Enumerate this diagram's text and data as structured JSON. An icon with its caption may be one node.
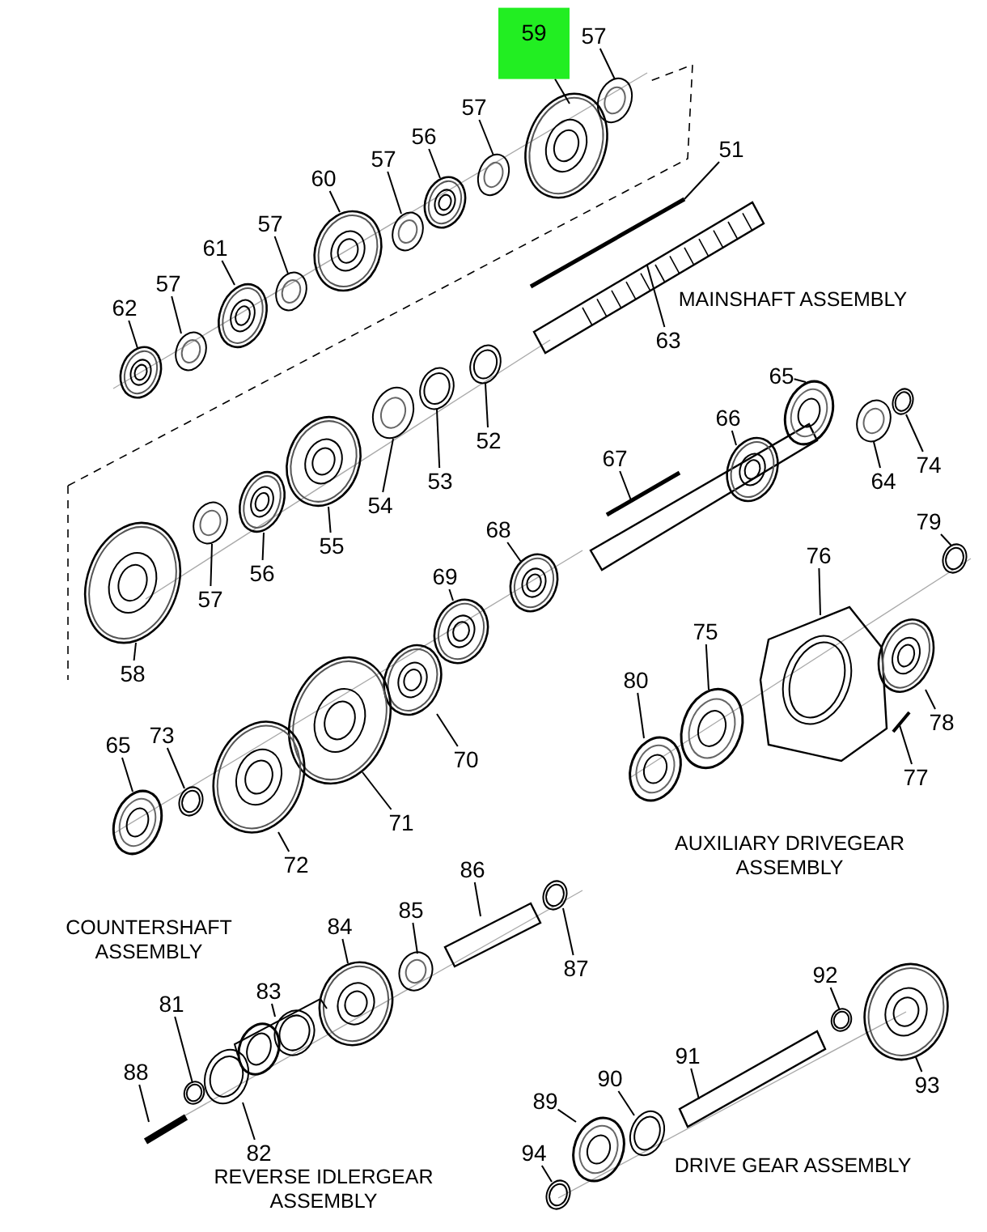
{
  "diagram": {
    "nodes": [
      {
        "text": [
          "59"
        ]
      },
      {
        "text": [
          "57"
        ]
      },
      {
        "text": [
          "57"
        ]
      },
      {
        "text": [
          "56"
        ]
      },
      {
        "text": [
          "57"
        ]
      },
      {
        "text": [
          "60"
        ]
      },
      {
        "text": [
          "57"
        ]
      },
      {
        "text": [
          "61"
        ]
      },
      {
        "text": [
          "57"
        ]
      },
      {
        "text": [
          "62"
        ]
      },
      {
        "text": [
          "51"
        ]
      },
      {
        "text": [
          "63"
        ]
      },
      {
        "text": [
          "65"
        ]
      },
      {
        "text": [
          "66"
        ]
      },
      {
        "text": [
          "52"
        ]
      },
      {
        "text": [
          "53"
        ]
      },
      {
        "text": [
          "74"
        ]
      },
      {
        "text": [
          "64"
        ]
      },
      {
        "text": [
          "54"
        ]
      },
      {
        "text": [
          "67"
        ]
      },
      {
        "text": [
          "55"
        ]
      },
      {
        "text": [
          "79"
        ]
      },
      {
        "text": [
          "68"
        ]
      },
      {
        "text": [
          "76"
        ]
      },
      {
        "text": [
          "56"
        ]
      },
      {
        "text": [
          "69"
        ]
      },
      {
        "text": [
          "57"
        ]
      },
      {
        "text": [
          "75"
        ]
      },
      {
        "text": [
          "58"
        ]
      },
      {
        "text": [
          "80"
        ]
      },
      {
        "text": [
          "78"
        ]
      },
      {
        "text": [
          "73"
        ]
      },
      {
        "text": [
          "65"
        ]
      },
      {
        "text": [
          "70"
        ]
      },
      {
        "text": [
          "77"
        ]
      },
      {
        "text": [
          "71"
        ]
      },
      {
        "text": [
          "72"
        ]
      },
      {
        "text": [
          "86"
        ]
      },
      {
        "text": [
          "85"
        ]
      },
      {
        "text": [
          "84"
        ]
      },
      {
        "text": [
          "87"
        ]
      },
      {
        "text": [
          "92"
        ]
      },
      {
        "text": [
          "83"
        ]
      },
      {
        "text": [
          "81"
        ]
      },
      {
        "text": [
          "91"
        ]
      },
      {
        "text": [
          "88"
        ]
      },
      {
        "text": [
          "90"
        ]
      },
      {
        "text": [
          "93"
        ]
      },
      {
        "text": [
          "89"
        ]
      },
      {
        "text": [
          "82"
        ]
      },
      {
        "text": [
          "94"
        ]
      },
      {
        "text": [],
        "shape": "picture"
      },
      {
        "text": [],
        "shape": "picture"
      },
      {
        "text": [],
        "shape": "picture"
      },
      {
        "text": [],
        "shape": "picture"
      },
      {
        "text": [],
        "shape": "picture"
      },
      {
        "text": [],
        "shape": "picture"
      },
      {
        "text": [],
        "shape": "picture"
      },
      {
        "text": [],
        "shape": "picture"
      },
      {
        "text": [],
        "shape": "picture"
      },
      {
        "text": [],
        "shape": "picture"
      },
      {
        "text": [],
        "shape": "picture"
      },
      {
        "text": [],
        "shape": "picture"
      },
      {
        "text": [],
        "shape": "picture"
      },
      {
        "text": [],
        "shape": "picture"
      },
      {
        "text": [],
        "shape": "picture"
      },
      {
        "text": [],
        "shape": "picture"
      },
      {
        "text": [],
        "shape": "picture"
      },
      {
        "text": [],
        "shape": "picture"
      },
      {
        "text": [],
        "shape": "picture"
      },
      {
        "text": [],
        "shape": "picture"
      },
      {
        "text": [],
        "shape": "picture"
      },
      {
        "text": [],
        "shape": "picture"
      },
      {
        "text": [],
        "shape": "picture"
      },
      {
        "text": [],
        "shape": "picture"
      },
      {
        "text": [],
        "shape": "picture"
      },
      {
        "text": [],
        "shape": "picture"
      },
      {
        "text": [],
        "shape": "picture"
      },
      {
        "text": [],
        "shape": "picture"
      },
      {
        "text": [],
        "shape": "picture"
      },
      {
        "text": [],
        "shape": "picture"
      },
      {
        "text": [],
        "shape": "picture"
      },
      {
        "text": [],
        "shape": "picture"
      },
      {
        "text": [],
        "shape": "picture"
      },
      {
        "text": [],
        "shape": "picture"
      },
      {
        "text": [],
        "shape": "picture"
      },
      {
        "text": [],
        "shape": "picture"
      },
      {
        "text": [],
        "shape": "picture"
      },
      {
        "text": [],
        "shape": "picture"
      },
      {
        "text": [],
        "shape": "picture"
      },
      {
        "text": [],
        "shape": "picture"
      },
      {
        "text": [],
        "shape": "picture"
      },
      {
        "text": [],
        "shape": "picture"
      },
      {
        "text": [],
        "shape": "picture"
      },
      {
        "text": [],
        "shape": "picture"
      },
      {
        "text": [],
        "shape": "picture"
      },
      {
        "text": [],
        "shape": "picture"
      },
      {
        "text": [],
        "shape": "picture"
      },
      {
        "text": [],
        "shape": "picture"
      },
      {
        "text": [],
        "shape": "picture"
      },
      {
        "text": [],
        "shape": "picture"
      },
      {
        "text": [],
        "shape": "picture"
      }
    ],
    "edges": [
      {
        "from": 0,
        "to": 51,
        "arrow": "none"
      },
      {
        "from": 1,
        "to": 52,
        "arrow": "none"
      },
      {
        "from": 2,
        "to": 53,
        "arrow": "none"
      },
      {
        "from": 3,
        "to": 54,
        "arrow": "none"
      },
      {
        "from": 4,
        "to": 55,
        "arrow": "none"
      },
      {
        "from": 5,
        "to": 56,
        "arrow": "none"
      },
      {
        "from": 6,
        "to": 57,
        "arrow": "none"
      },
      {
        "from": 7,
        "to": 58,
        "arrow": "none"
      },
      {
        "from": 8,
        "to": 59,
        "arrow": "none"
      },
      {
        "from": 9,
        "to": 60,
        "arrow": "none"
      },
      {
        "from": 10,
        "to": 61,
        "arrow": "none"
      },
      {
        "from": 11,
        "to": 62,
        "arrow": "none"
      },
      {
        "from": 12,
        "to": 63,
        "arrow": "none"
      },
      {
        "from": 13,
        "to": 64,
        "arrow": "none"
      },
      {
        "from": 14,
        "to": 65,
        "arrow": "none"
      },
      {
        "from": 15,
        "to": 66,
        "arrow": "none"
      },
      {
        "from": 16,
        "to": 67,
        "arrow": "none"
      },
      {
        "from": 17,
        "to": 68,
        "arrow": "none"
      },
      {
        "from": 18,
        "to": 69,
        "arrow": "none"
      },
      {
        "from": 19,
        "to": 70,
        "arrow": "none"
      },
      {
        "from": 20,
        "to": 71,
        "arrow": "none"
      },
      {
        "from": 21,
        "to": 72,
        "arrow": "none"
      },
      {
        "from": 22,
        "to": 73,
        "arrow": "none"
      },
      {
        "from": 23,
        "to": 74,
        "arrow": "none"
      },
      {
        "from": 24,
        "to": 75,
        "arrow": "none"
      },
      {
        "from": 25,
        "to": 76,
        "arrow": "none"
      },
      {
        "from": 26,
        "to": 77,
        "arrow": "none"
      },
      {
        "from": 27,
        "to": 78,
        "arrow": "none"
      },
      {
        "from": 28,
        "to": 79,
        "arrow": "none"
      },
      {
        "from": 29,
        "to": 80,
        "arrow": "none"
      },
      {
        "from": 30,
        "to": 81,
        "arrow": "none"
      },
      {
        "from": 31,
        "to": 82,
        "arrow": "none"
      },
      {
        "from": 32,
        "to": 83,
        "arrow": "none"
      },
      {
        "from": 33,
        "to": 84,
        "arrow": "none"
      },
      {
        "from": 34,
        "to": 85,
        "arrow": "none"
      },
      {
        "from": 35,
        "to": 86,
        "arrow": "none"
      },
      {
        "from": 36,
        "to": 87,
        "arrow": "none"
      },
      {
        "from": 37,
        "to": 88,
        "arrow": "none"
      },
      {
        "from": 38,
        "to": 89,
        "arrow": "none"
      },
      {
        "from": 39,
        "to": 90,
        "arrow": "none"
      },
      {
        "from": 40,
        "to": 91,
        "arrow": "none"
      },
      {
        "from": 41,
        "to": 92,
        "arrow": "none"
      },
      {
        "from": 42,
        "to": 93,
        "arrow": "none"
      },
      {
        "from": 43,
        "to": 94,
        "arrow": "none"
      },
      {
        "from": 44,
        "to": 95,
        "arrow": "none"
      },
      {
        "from": 45,
        "to": 96,
        "arrow": "none"
      },
      {
        "from": 46,
        "to": 97,
        "arrow": "none"
      },
      {
        "from": 47,
        "to": 98,
        "arrow": "none"
      },
      {
        "from": 48,
        "to": 99,
        "arrow": "none"
      },
      {
        "from": 49,
        "to": 100,
        "arrow": "none"
      },
      {
        "from": 50,
        "to": 101,
        "arrow": "none"
      }
    ],
    "labels": [
      "MAINSHAFT ASSEMBLY",
      "AUXILIARY DRIVEGEAR ASSEMBLY",
      "COUNTERSHAFT ASSEMBLY",
      "REVERSE IDLERGEAR ASSEMBLY",
      "DRIVE GEAR ASSEMBLY"
    ]
  }
}
